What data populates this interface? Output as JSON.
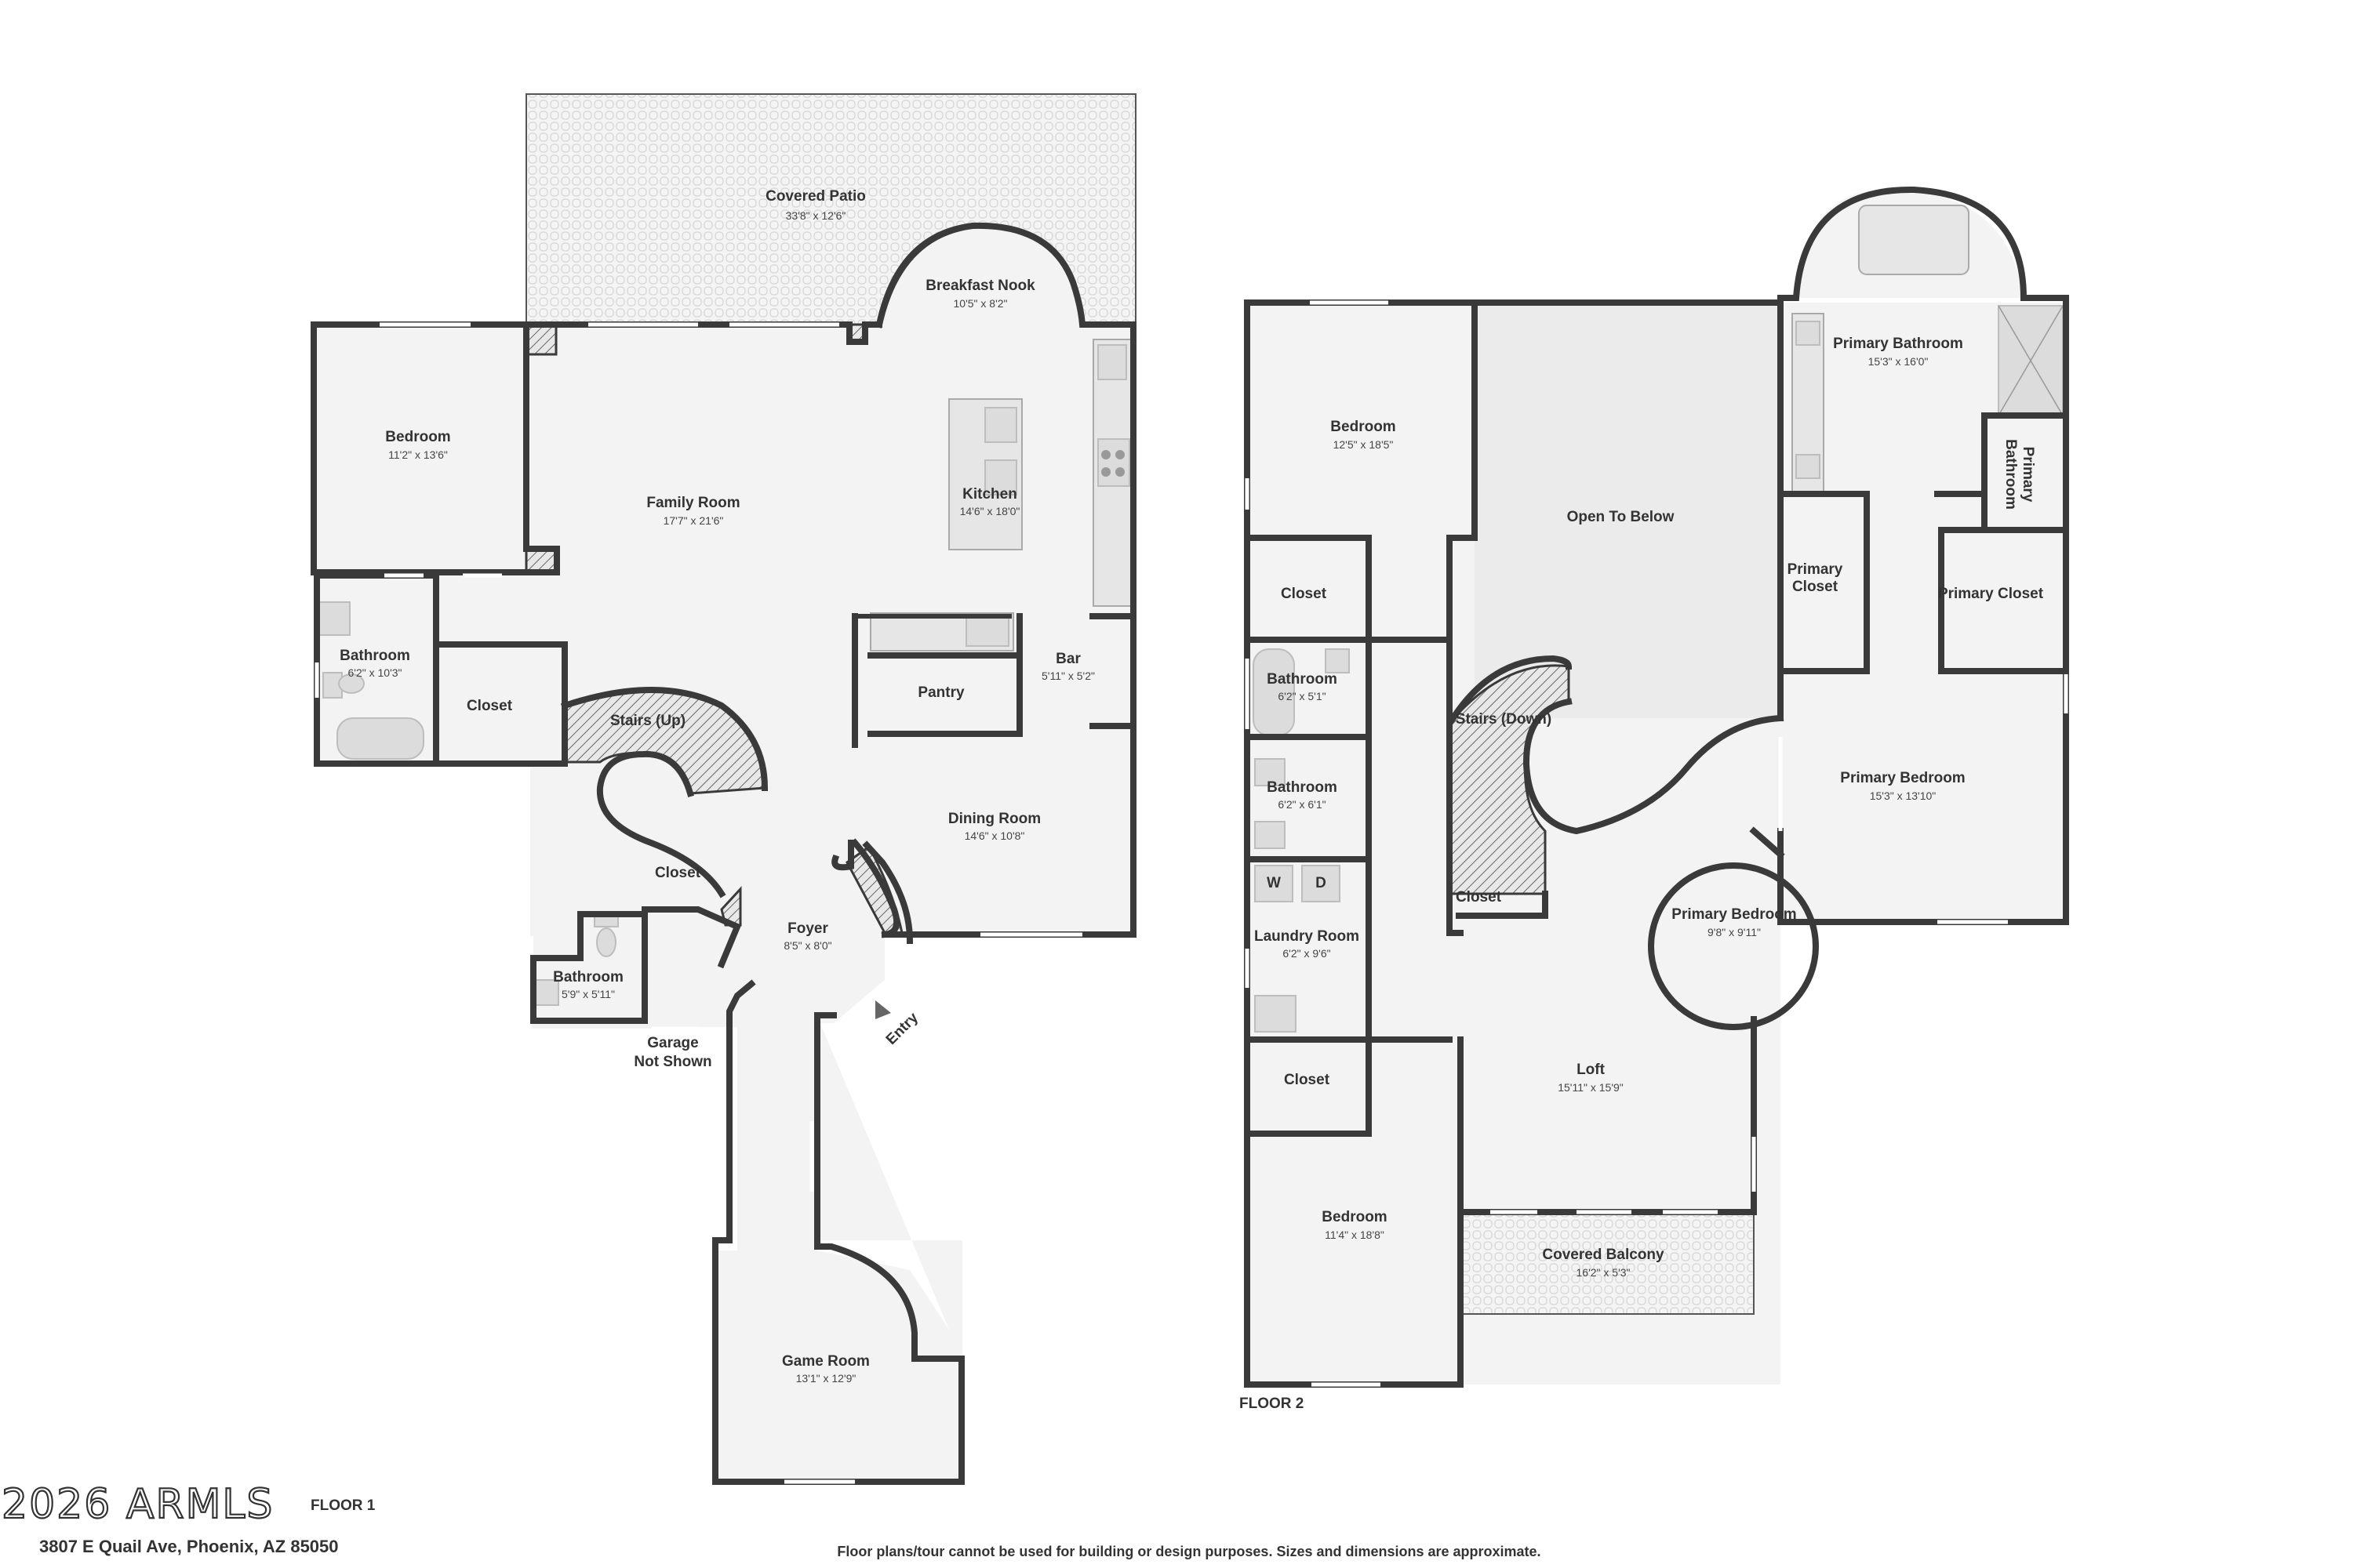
{
  "floor1": {
    "label": "FLOOR 1",
    "rooms": {
      "covered_patio": {
        "name": "Covered Patio",
        "dim": "33'8\" x 12'6\""
      },
      "breakfast_nook": {
        "name": "Breakfast Nook",
        "dim": "10'5\" x 8'2\""
      },
      "bedroom": {
        "name": "Bedroom",
        "dim": "11'2\" x 13'6\""
      },
      "family_room": {
        "name": "Family Room",
        "dim": "17'7\" x 21'6\""
      },
      "kitchen": {
        "name": "Kitchen",
        "dim": "14'6\" x 18'0\""
      },
      "bathroom_1": {
        "name": "Bathroom",
        "dim": "6'2\" x 10'3\""
      },
      "closet_1": {
        "name": "Closet"
      },
      "stairs_up": {
        "name": "Stairs (Up)"
      },
      "pantry": {
        "name": "Pantry"
      },
      "bar": {
        "name": "Bar",
        "dim": "5'11\" x 5'2\""
      },
      "dining_room": {
        "name": "Dining Room",
        "dim": "14'6\" x 10'8\""
      },
      "closet_2": {
        "name": "Closet"
      },
      "foyer": {
        "name": "Foyer",
        "dim": "8'5\" x 8'0\""
      },
      "bathroom_2": {
        "name": "Bathroom",
        "dim": "5'9\" x 5'11\""
      },
      "garage_line1": "Garage",
      "garage_line2": "Not Shown",
      "entry": "Entry",
      "game_room": {
        "name": "Game Room",
        "dim": "13'1\" x 12'9\""
      }
    }
  },
  "floor2": {
    "label": "FLOOR 2",
    "rooms": {
      "bedroom_top": {
        "name": "Bedroom",
        "dim": "12'5\" x 18'5\""
      },
      "open_to_below": {
        "name": "Open To Below"
      },
      "primary_bathroom": {
        "name": "Primary Bathroom",
        "dim": "15'3\" x 16'0\""
      },
      "primary_bathroom_small_line1": "Primary",
      "primary_bathroom_small_line2": "Bathroom",
      "closet_a": {
        "name": "Closet"
      },
      "primary_closet_left_line1": "Primary",
      "primary_closet_left_line2": "Closet",
      "primary_closet_right": {
        "name": "Primary Closet"
      },
      "bathroom_a": {
        "name": "Bathroom",
        "dim": "6'2\" x 5'1\""
      },
      "stairs_down": {
        "name": "Stairs (Down)"
      },
      "bathroom_b": {
        "name": "Bathroom",
        "dim": "6'2\" x 6'1\""
      },
      "primary_bedroom_main": {
        "name": "Primary Bedroom",
        "dim": "15'3\" x 13'10\""
      },
      "laundry_room": {
        "name": "Laundry Room",
        "dim": "6'2\" x 9'6\""
      },
      "washer": "W",
      "dryer": "D",
      "closet_b": {
        "name": "Closet"
      },
      "primary_bedroom_round": {
        "name": "Primary Bedroom",
        "dim": "9'8\" x 9'11\""
      },
      "closet_c": {
        "name": "Closet"
      },
      "loft": {
        "name": "Loft",
        "dim": "15'11\" x 15'9\""
      },
      "bedroom_bottom": {
        "name": "Bedroom",
        "dim": "11'4\" x 18'8\""
      },
      "covered_balcony": {
        "name": "Covered Balcony",
        "dim": "16'2\" x 5'3\""
      }
    }
  },
  "footer": {
    "logo": "2026 ARMLS",
    "address": "3807 E Quail Ave, Phoenix, AZ 85050",
    "disclaimer": "Floor plans/tour cannot be used for building or design purposes. Sizes and dimensions are approximate."
  }
}
